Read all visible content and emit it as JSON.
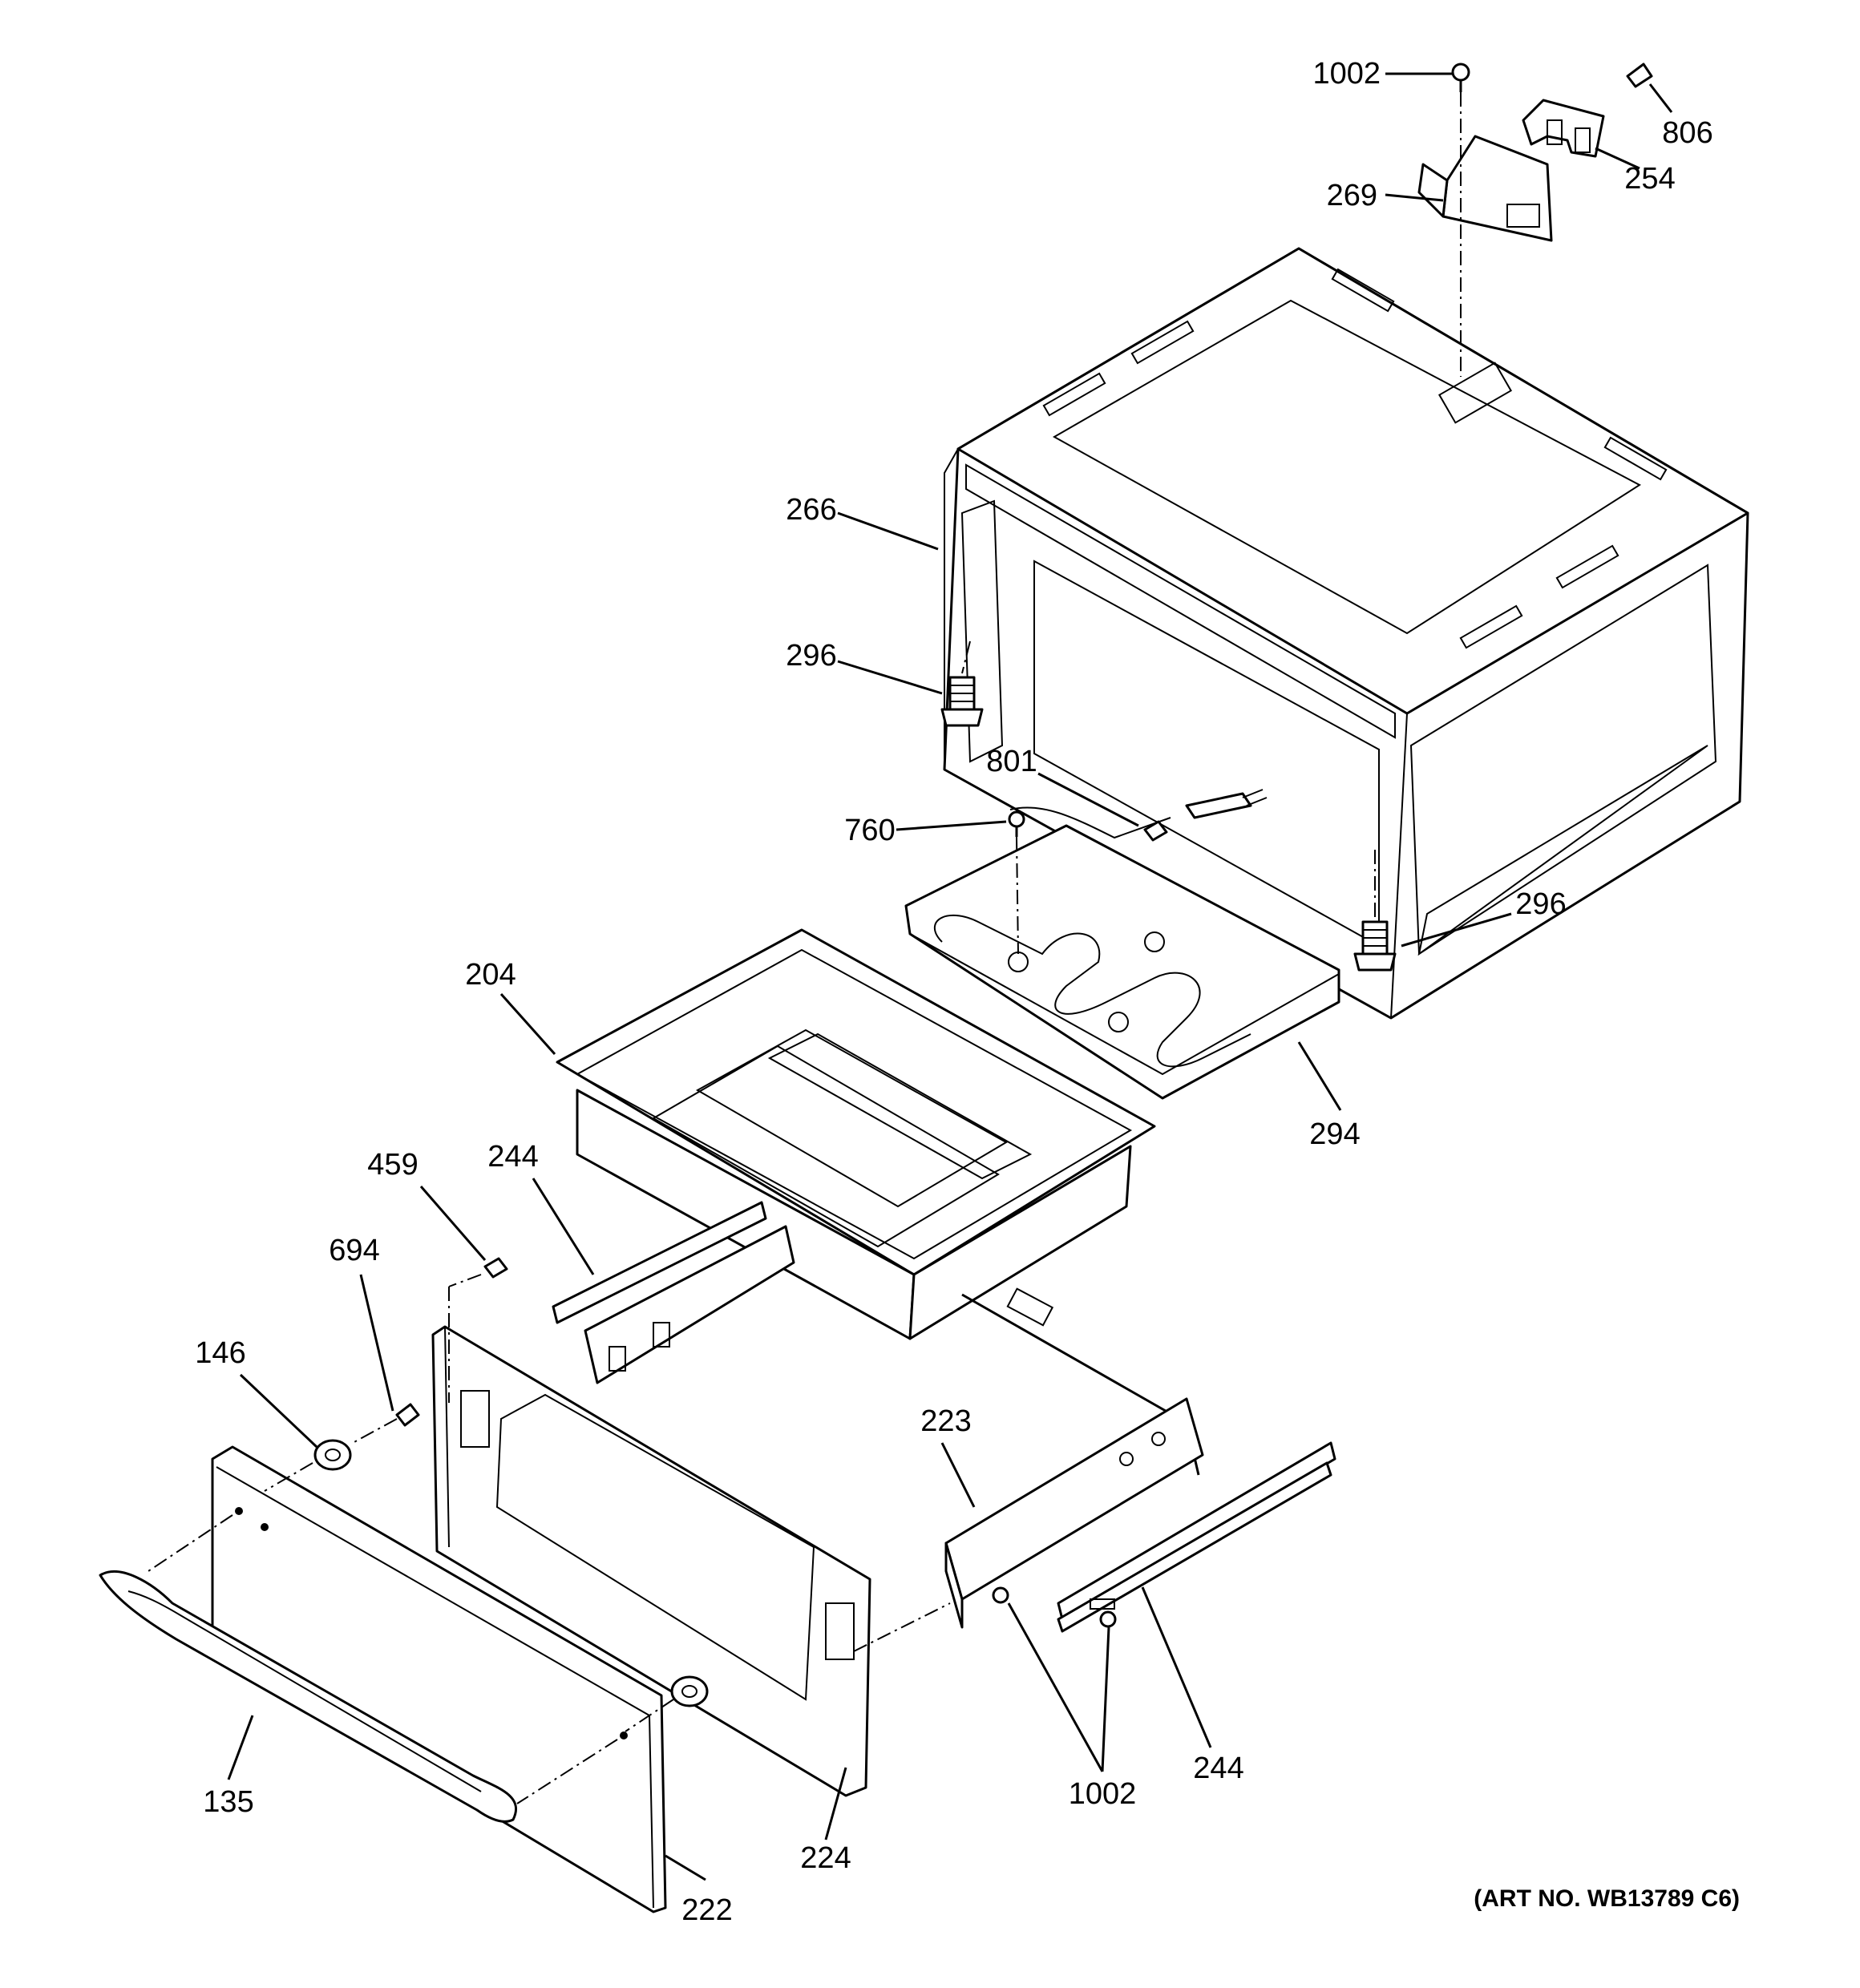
{
  "diagram": {
    "callouts": [
      "1002",
      "806",
      "254",
      "269",
      "266",
      "296",
      "801",
      "760",
      "296",
      "204",
      "294",
      "244",
      "459",
      "694",
      "146",
      "223",
      "135",
      "224",
      "1002",
      "244",
      "222"
    ],
    "art_number": "(ART NO. WB13789 C6)",
    "line_color": "#000000",
    "background_color": "#ffffff"
  }
}
